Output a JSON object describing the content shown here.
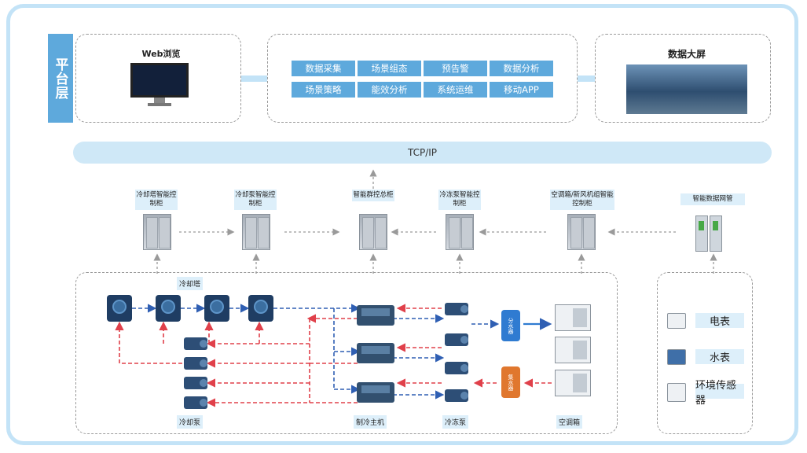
{
  "platform_label": "平台层",
  "web": {
    "title": "Web浏览"
  },
  "big_screen": {
    "title": "数据大屏"
  },
  "functions": [
    "数据采集",
    "场景组态",
    "预告警",
    "数据分析",
    "场景策略",
    "能效分析",
    "系统运维",
    "移动APP"
  ],
  "protocol": "TCP/IP",
  "cabinets": {
    "cooling_tower": "冷却塔智能控制柜",
    "cooling_pump": "冷却泵智能控制柜",
    "group_control": "智能群控总柜",
    "chilled_pump": "冷冻泵智能控制柜",
    "ac_unit": "空调箱/新风机组智能控制柜",
    "gateway": "智能数据网管"
  },
  "equipment_labels": {
    "cooling_tower": "冷却塔",
    "cooling_pump": "冷却泵",
    "chiller": "制冷主机",
    "chilled_pump": "冷冻泵",
    "ac_box": "空调箱",
    "supply_header": "分水器",
    "return_header": "集水器"
  },
  "meters": [
    "电表",
    "水表",
    "环境传感器"
  ],
  "colors": {
    "accent": "#5ea9dc",
    "light": "#cfe8f7",
    "supply": "#2f5fb3",
    "return": "#e0404a",
    "header_blue": "#2f7bd1",
    "header_orange": "#e0772e"
  }
}
